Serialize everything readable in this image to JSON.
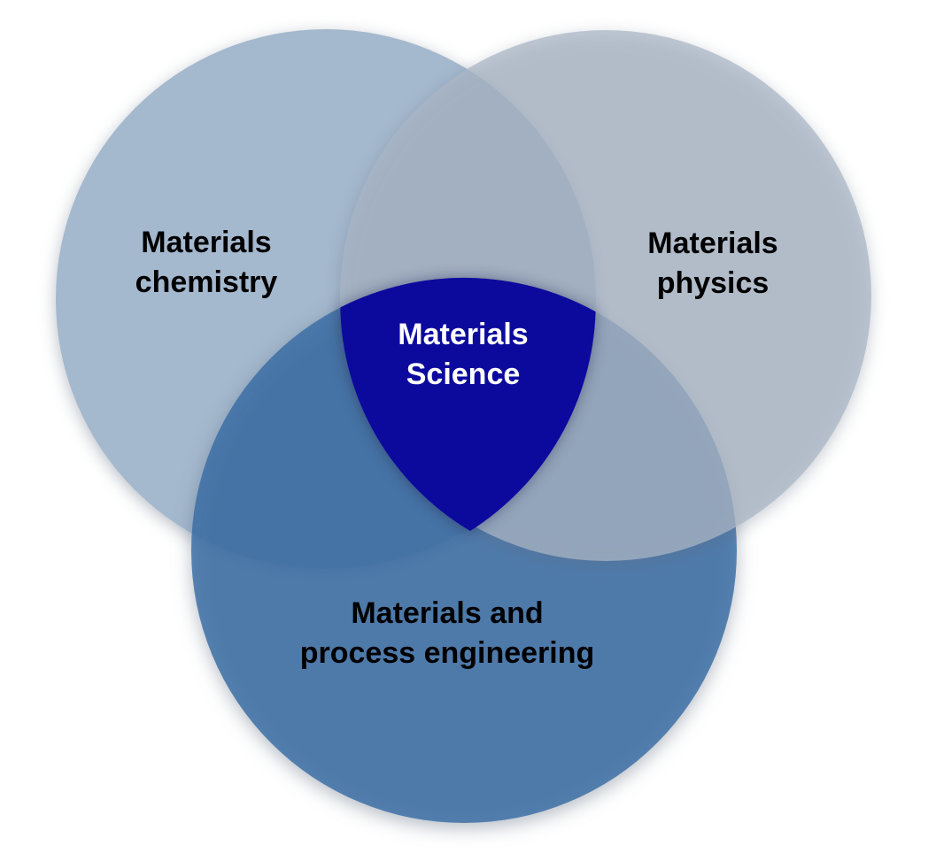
{
  "venn": {
    "background": "#ffffff",
    "circles": [
      {
        "id": "materials-chemistry",
        "label": "Materials\nchemistry",
        "visible_fill": "#a4b8ce",
        "text_color": "#000000"
      },
      {
        "id": "materials-physics",
        "label": "Materials\nphysics",
        "visible_fill": "#c0c9d4",
        "text_color": "#000000"
      },
      {
        "id": "materials-process-engineering",
        "label": "Materials and\nprocess engineering",
        "visible_fill": "#5b86b4",
        "text_color": "#000000"
      }
    ],
    "overlaps": {
      "chemistry_engineering": "#4c7aac",
      "physics_engineering": "#96aac1",
      "chemistry_physics": "#a9b7c7"
    },
    "center": {
      "id": "materials-science",
      "label": "Materials\nScience",
      "fill": "#0c0a9d",
      "text_color": "#ffffff"
    }
  }
}
